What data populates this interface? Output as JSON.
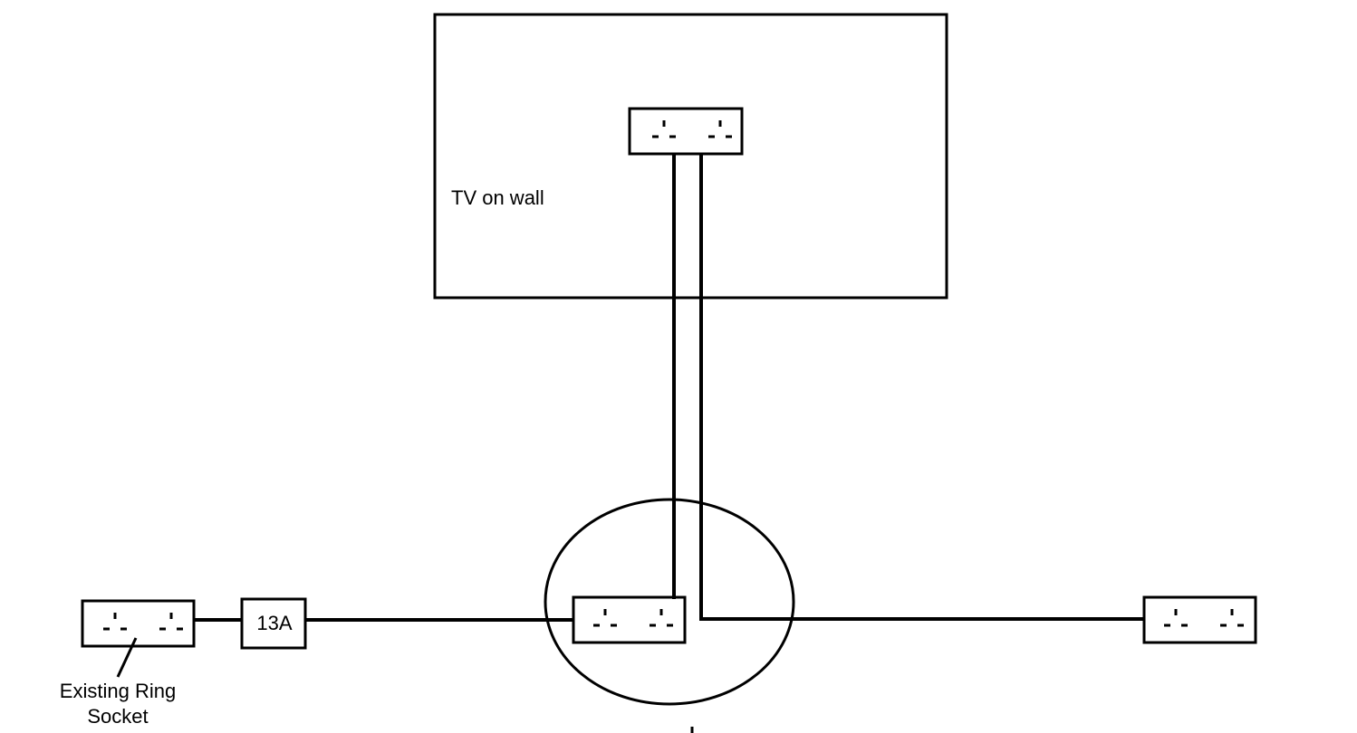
{
  "labels": {
    "tv": "TV on wall",
    "existing_ring_socket": "Existing Ring\nSocket",
    "fuse": "13A"
  },
  "colors": {
    "stroke": "#000000",
    "background": "#ffffff"
  }
}
